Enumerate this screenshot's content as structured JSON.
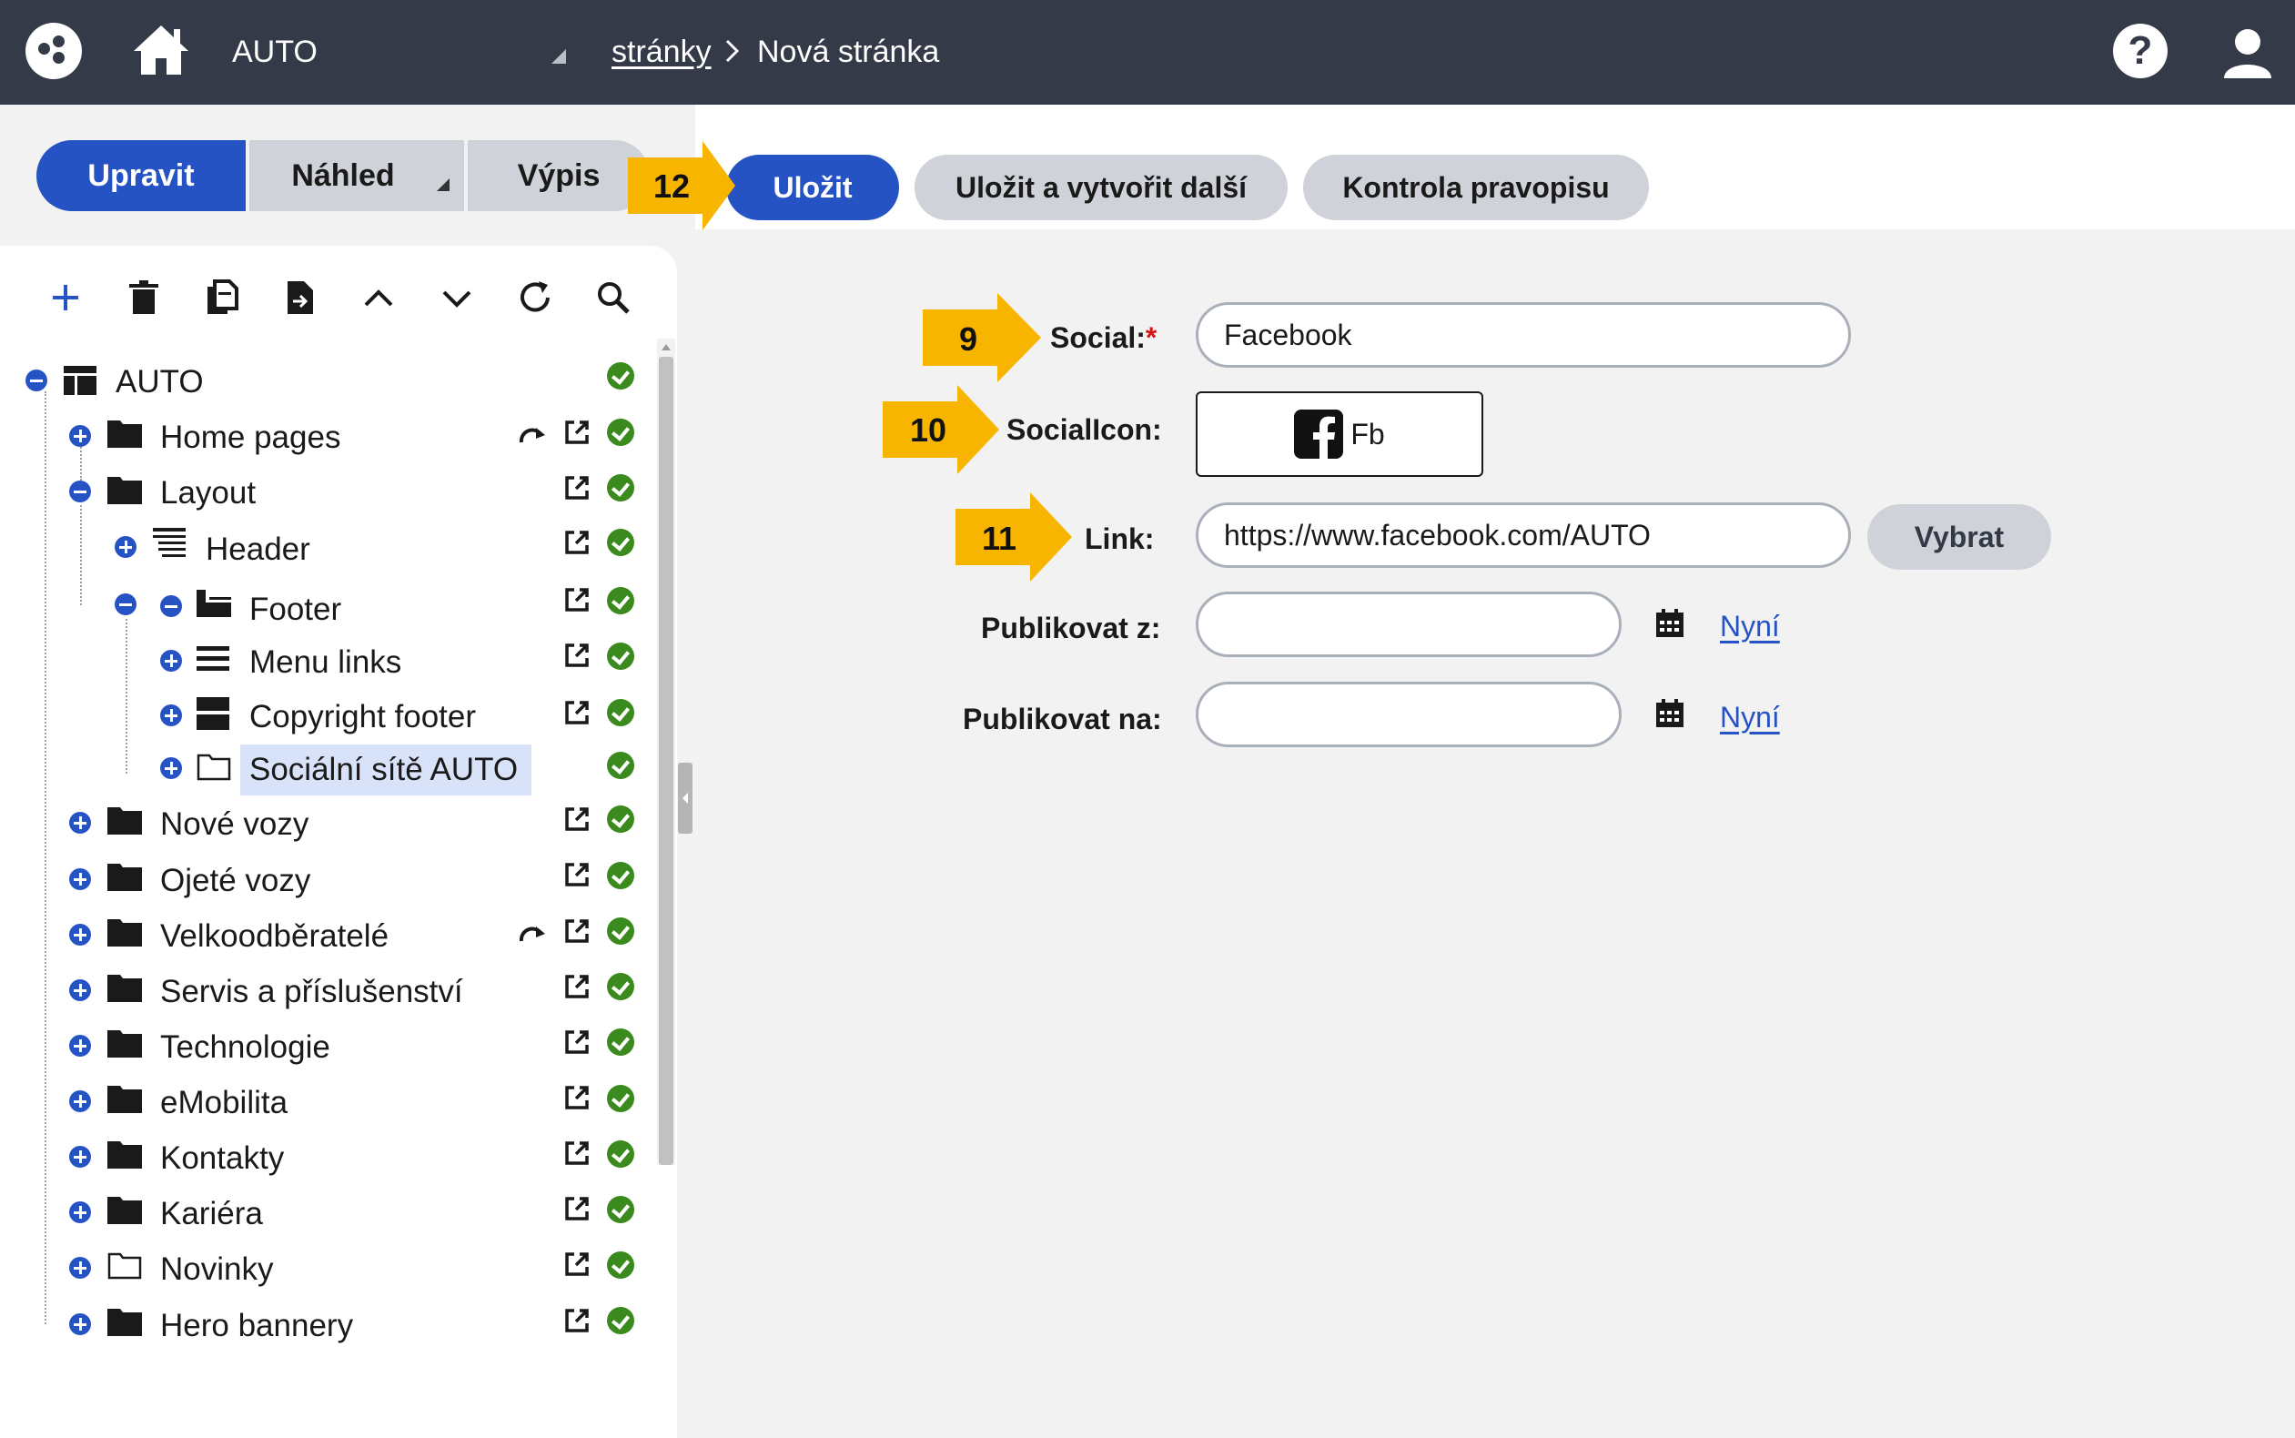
{
  "topbar": {
    "domain": "AUTO",
    "breadcrumb_link": "stránky",
    "breadcrumb_current": "Nová stránka",
    "logo_icon": "app-logo-icon",
    "home_icon": "home-icon",
    "help_icon": "help-icon",
    "user_icon": "user-icon"
  },
  "tabs": {
    "edit": "Upravit",
    "preview": "Náhled",
    "list": "Výpis"
  },
  "actions": {
    "save": "Uložit",
    "save_and_new": "Uložit a vytvořit další",
    "spellcheck": "Kontrola pravopisu"
  },
  "toolbar_icons": [
    "add-icon",
    "delete-icon",
    "copy-icon",
    "move-icon",
    "move-up-icon",
    "move-down-icon",
    "refresh-icon",
    "search-icon"
  ],
  "tree": {
    "root": "AUTO",
    "items": [
      {
        "label": "Home pages"
      },
      {
        "label": "Layout"
      },
      {
        "label": "Header"
      },
      {
        "label": "Footer"
      },
      {
        "label": "Menu links"
      },
      {
        "label": "Copyright footer"
      },
      {
        "label": "Sociální sítě AUTO",
        "selected": true
      },
      {
        "label": "Nové vozy"
      },
      {
        "label": "Ojeté vozy"
      },
      {
        "label": "Velkoodběratelé"
      },
      {
        "label": "Servis a příslušenství"
      },
      {
        "label": "Technologie"
      },
      {
        "label": "eMobilita"
      },
      {
        "label": "Kontakty"
      },
      {
        "label": "Kariéra"
      },
      {
        "label": "Novinky"
      },
      {
        "label": "Hero bannery"
      }
    ]
  },
  "form": {
    "social": {
      "label": "Social:",
      "required_mark": "*",
      "value": "Facebook"
    },
    "social_icon": {
      "label": "SocialIcon:",
      "value": "Fb"
    },
    "link": {
      "label": "Link:",
      "value": "https://www.facebook.com/AUTO",
      "choose_button": "Vybrat"
    },
    "publish_from": {
      "label": "Publikovat z:",
      "value": "",
      "now_link": "Nyní"
    },
    "publish_to": {
      "label": "Publikovat na:",
      "value": "",
      "now_link": "Nyní"
    }
  },
  "callouts": [
    "9",
    "10",
    "11",
    "12"
  ],
  "colors": {
    "topbar": "#343a47",
    "primary": "#2653c4",
    "callout": "#f7b500",
    "success": "#3a8a1e"
  }
}
